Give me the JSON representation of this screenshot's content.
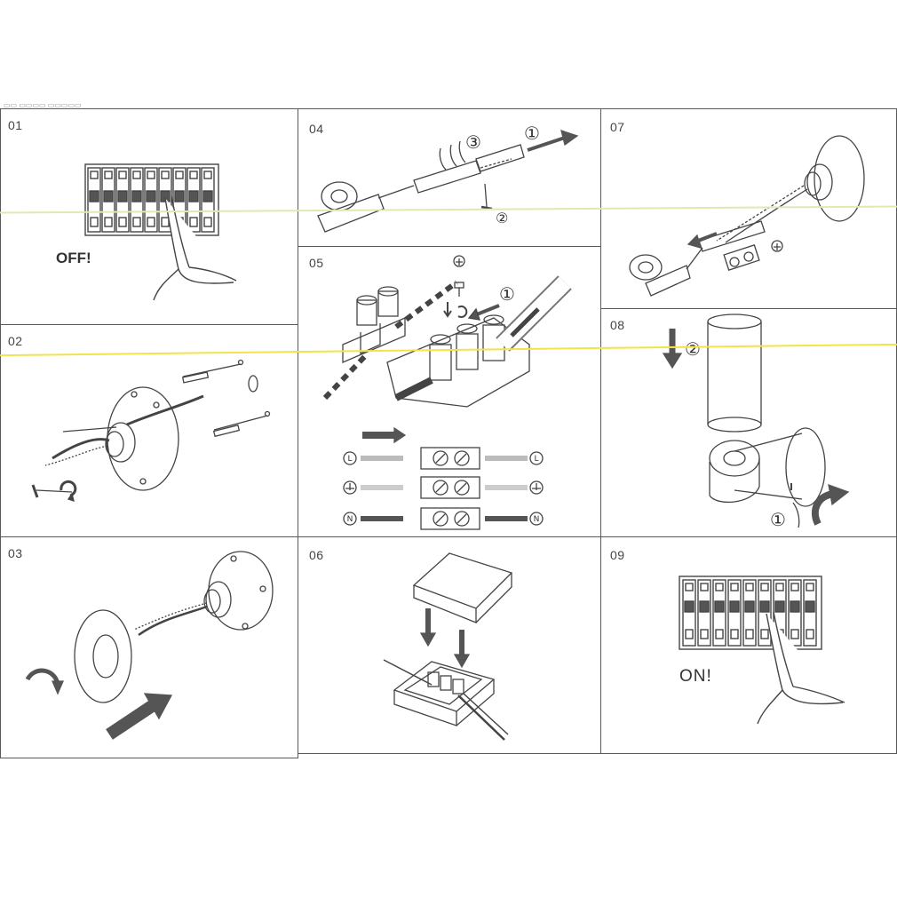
{
  "panels": [
    {
      "number": "01",
      "caption": "OFF!"
    },
    {
      "number": "02"
    },
    {
      "number": "03"
    },
    {
      "number": "04"
    },
    {
      "number": "05"
    },
    {
      "number": "06"
    },
    {
      "number": "07"
    },
    {
      "number": "08"
    },
    {
      "number": "09",
      "caption": "ON!"
    }
  ],
  "callouts": {
    "step1": "①",
    "step2": "②",
    "step3": "③"
  },
  "terminal_symbols": {
    "live": "L",
    "neutral": "N"
  },
  "colors": {
    "line": "#444444",
    "arrow": "#555555",
    "yellow_scan": "#f2e34a",
    "green_scan": "#c9d98a"
  }
}
